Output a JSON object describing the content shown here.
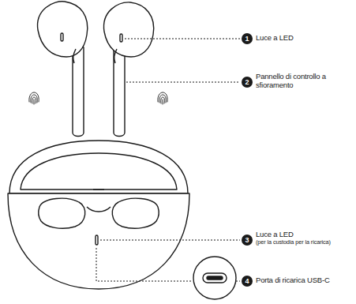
{
  "diagram": {
    "labels": [
      "1",
      "Luce a LED",
      "2",
      "Pannello di controllo a sfioramento",
      "3",
      "Luce a LED",
      "(per la custodia per la ricarica)",
      "4",
      "Porta di ricarica USB-C"
    ]
  }
}
